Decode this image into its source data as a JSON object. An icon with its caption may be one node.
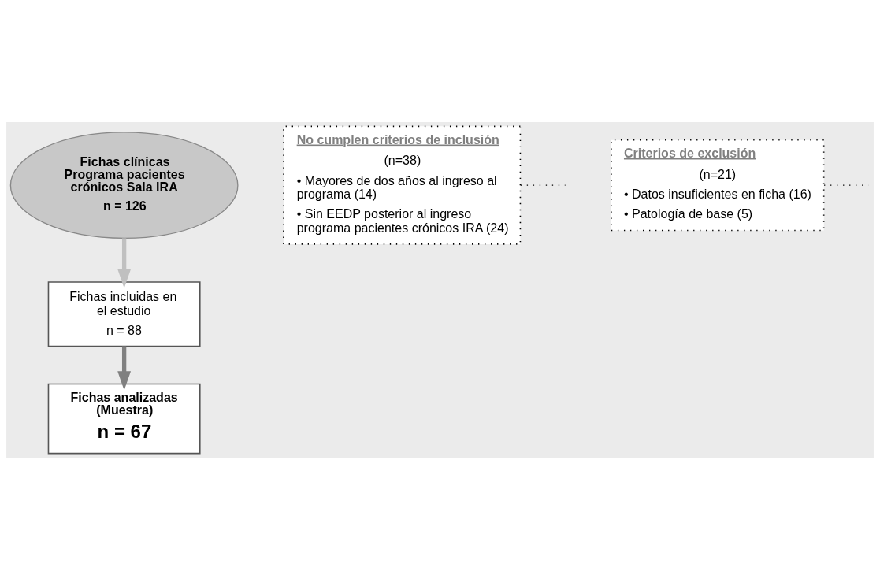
{
  "diagram": {
    "nodes": [
      {
        "text": [
          "Fichas clínicas Programa pacientes crónicos Sala IRA",
          "n = 126"
        ]
      },
      {
        "text": [
          "No cumplen criterios de inclusión",
          "(n=38)",
          "• Mayores de dos años al ingreso al programa (14)",
          "• Sin EEDP posterior al ingreso programa pacientes crónicos IRA (24)"
        ]
      },
      {
        "text": [
          "Fichas incluidas en el estudio",
          "n = 88"
        ]
      },
      {
        "text": [
          "Criterios de exclusión",
          "(n=21)",
          "• Datos insuficientes en ficha (16)",
          "• Patología de base (5)"
        ]
      },
      {
        "text": [
          "Fichas analizadas (Muestra)",
          "n = 67"
        ]
      }
    ],
    "edges": [
      {
        "from": 0,
        "to": 2,
        "arrow": "to",
        "style": "thick",
        "color": "#c0c0c0"
      },
      {
        "from": 2,
        "to": 4,
        "arrow": "to",
        "style": "thick",
        "color": "#808080"
      },
      {
        "from": 1,
        "to": null,
        "arrow": "none",
        "style": "dashed"
      },
      {
        "from": 3,
        "to": null,
        "arrow": "none",
        "style": "dashed"
      }
    ]
  }
}
